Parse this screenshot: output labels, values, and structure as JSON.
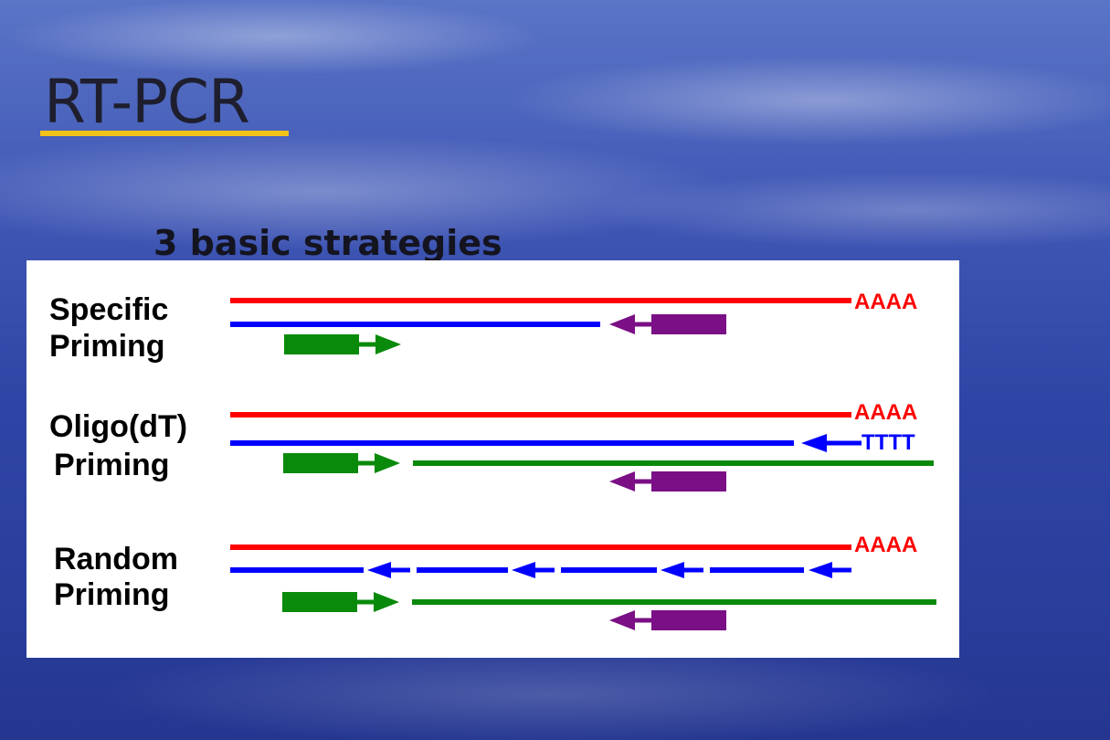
{
  "slide": {
    "title": "RT-PCR",
    "subtitle": "3 basic strategies"
  },
  "diagram": {
    "poly_a_tail": "AAAA",
    "poly_t_primer": "TTTT",
    "strategies": [
      {
        "label_line1": "Specific",
        "label_line2": "Priming"
      },
      {
        "label_line1": "Oligo(dT)",
        "label_line2": "Priming"
      },
      {
        "label_line1": "Random",
        "label_line2": "Priming"
      }
    ]
  },
  "colors": {
    "mrna": "#ff0000",
    "cdna": "#0000ff",
    "forward_primer": "#0a8a0a",
    "reverse_primer": "#7b0f86",
    "title_underline": "#f2c21b"
  }
}
